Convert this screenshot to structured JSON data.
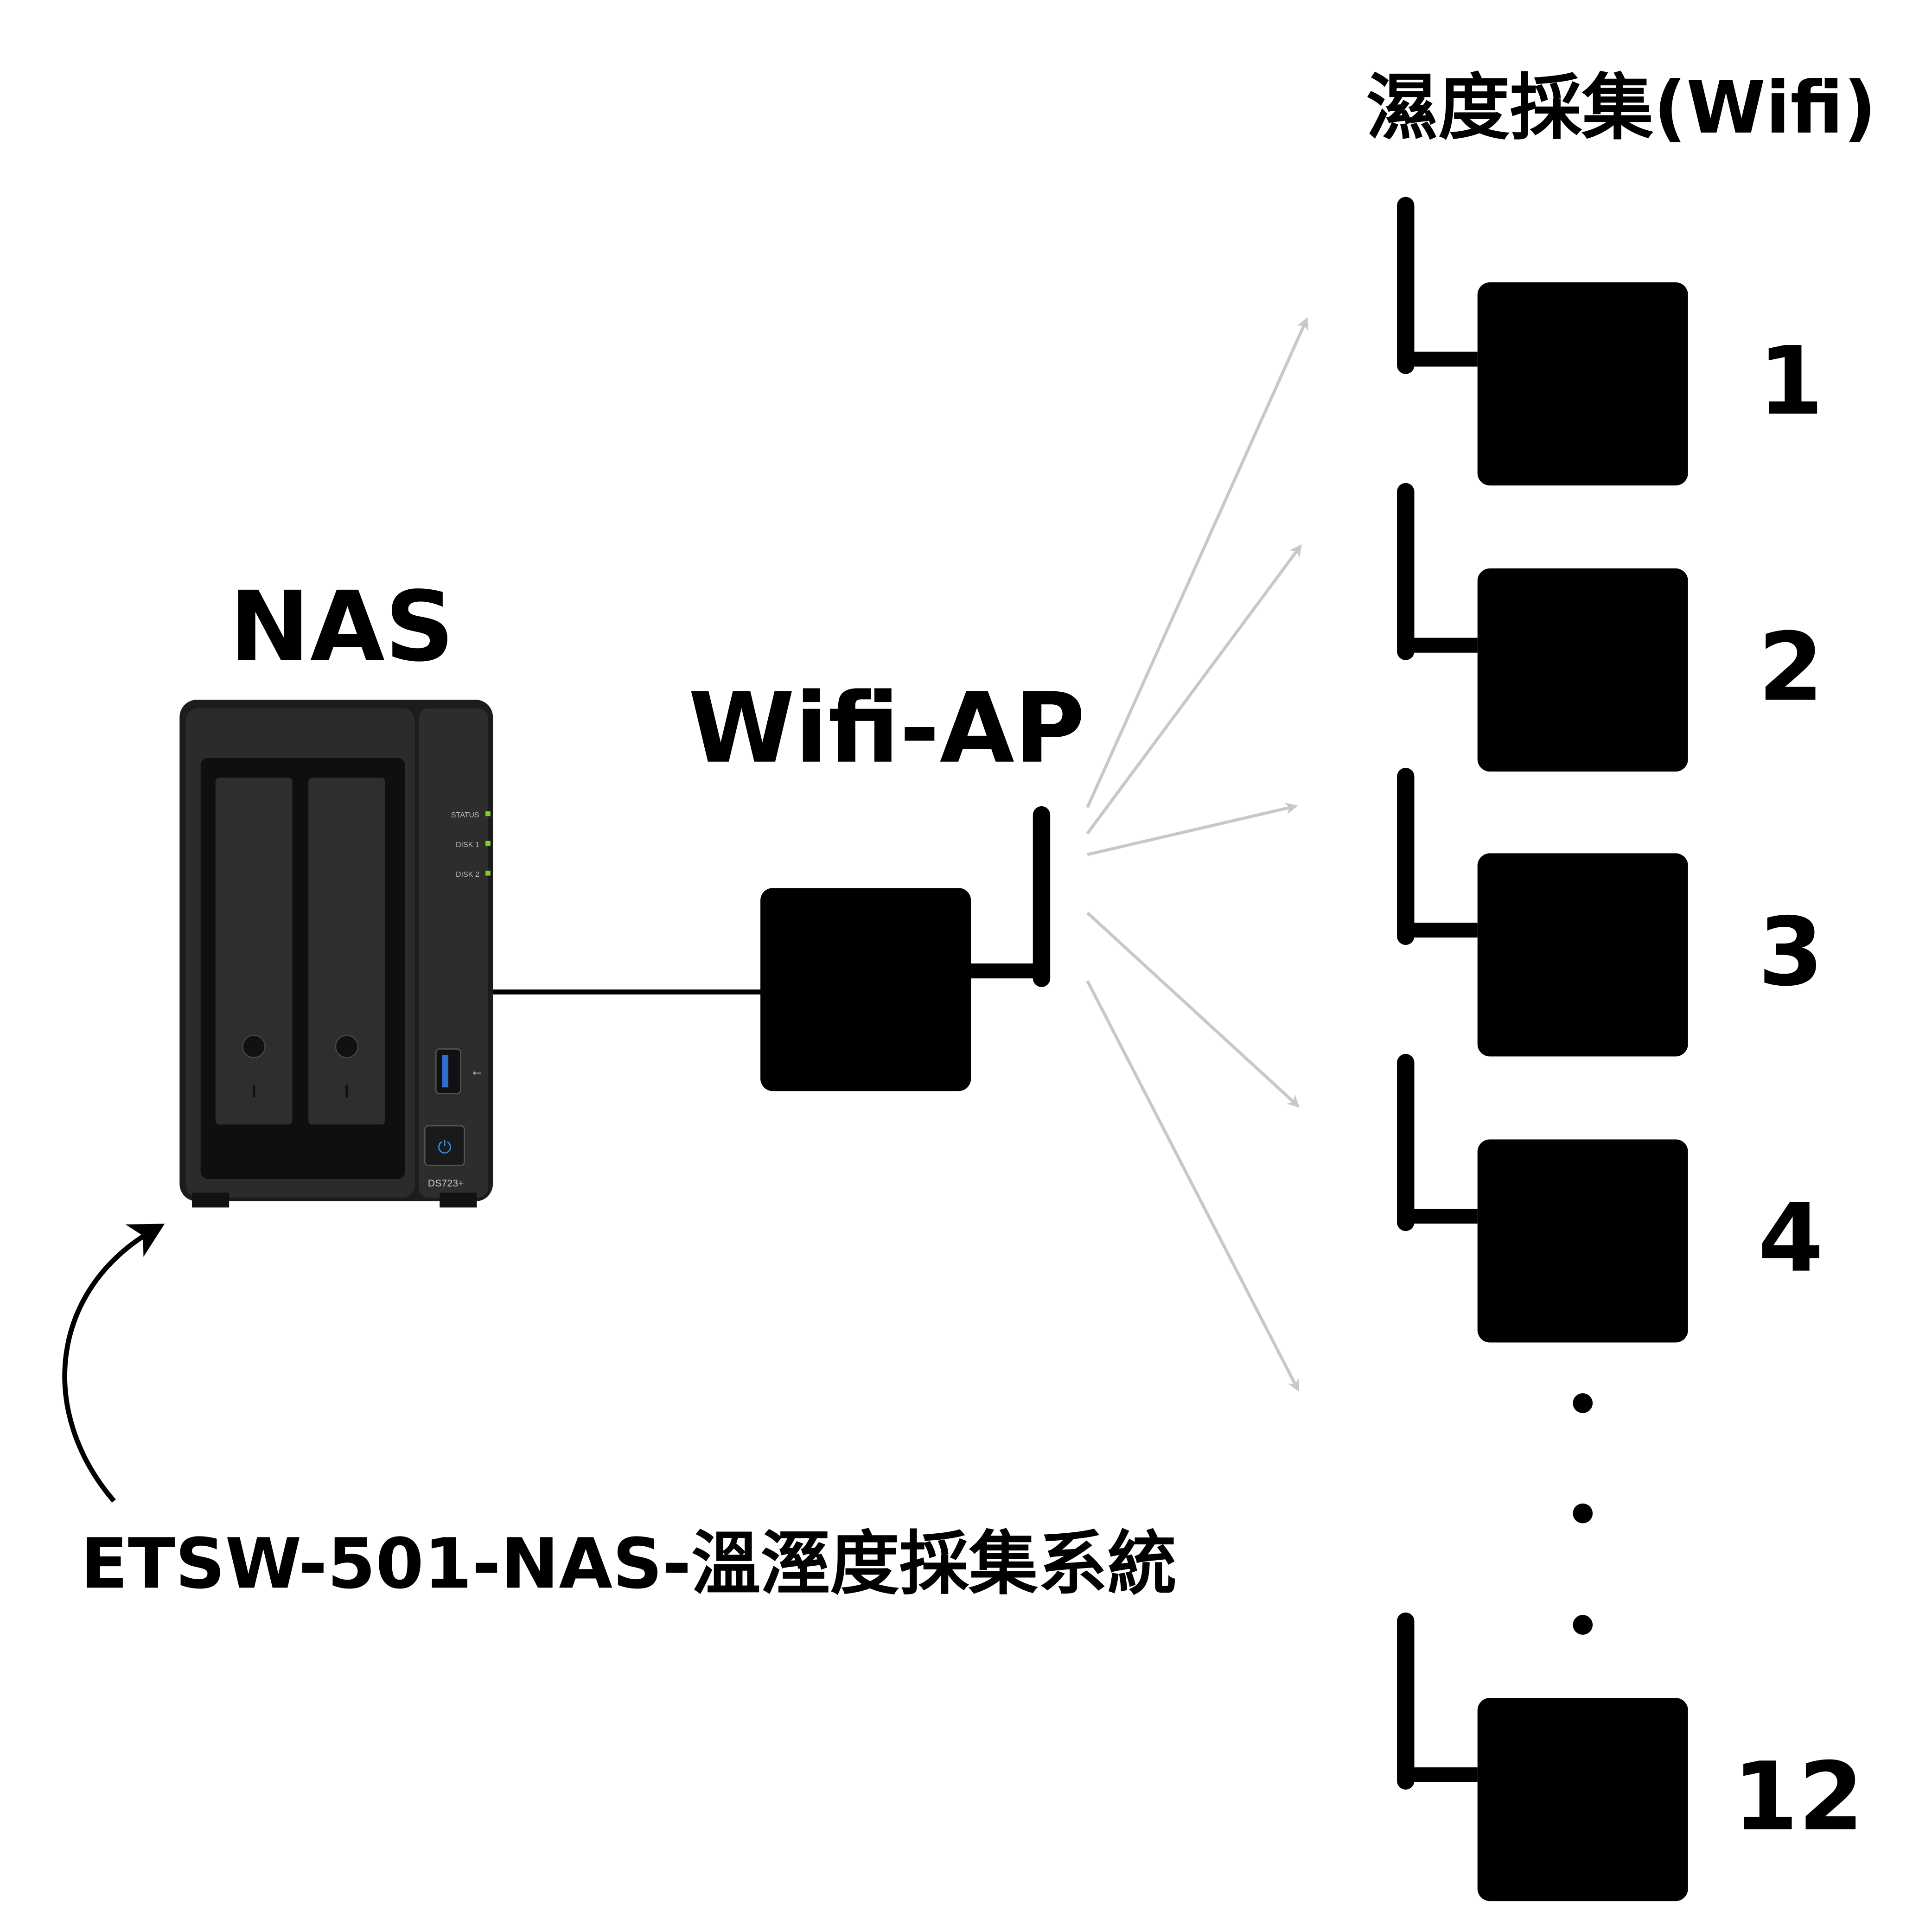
{
  "title": "濕度採集(Wifi)",
  "nas": {
    "label": "NAS",
    "leds": [
      "STATUS",
      "DISK 1",
      "DISK 2"
    ],
    "model": "DS723+",
    "led_color": "#7ed321",
    "power_color": "#2f8fe0"
  },
  "ap": {
    "label": "Wifi-AP"
  },
  "sensors": [
    {
      "number": "1"
    },
    {
      "number": "2"
    },
    {
      "number": "3"
    },
    {
      "number": "4"
    },
    {
      "number": "12"
    }
  ],
  "ellipsis": "⋮",
  "caption": "ETSW-501-NAS-溫溼度採集系統",
  "colors": {
    "signal_arrow": "#c8c8c8",
    "device": "#000000",
    "nas_body": "#2b2b2b"
  }
}
